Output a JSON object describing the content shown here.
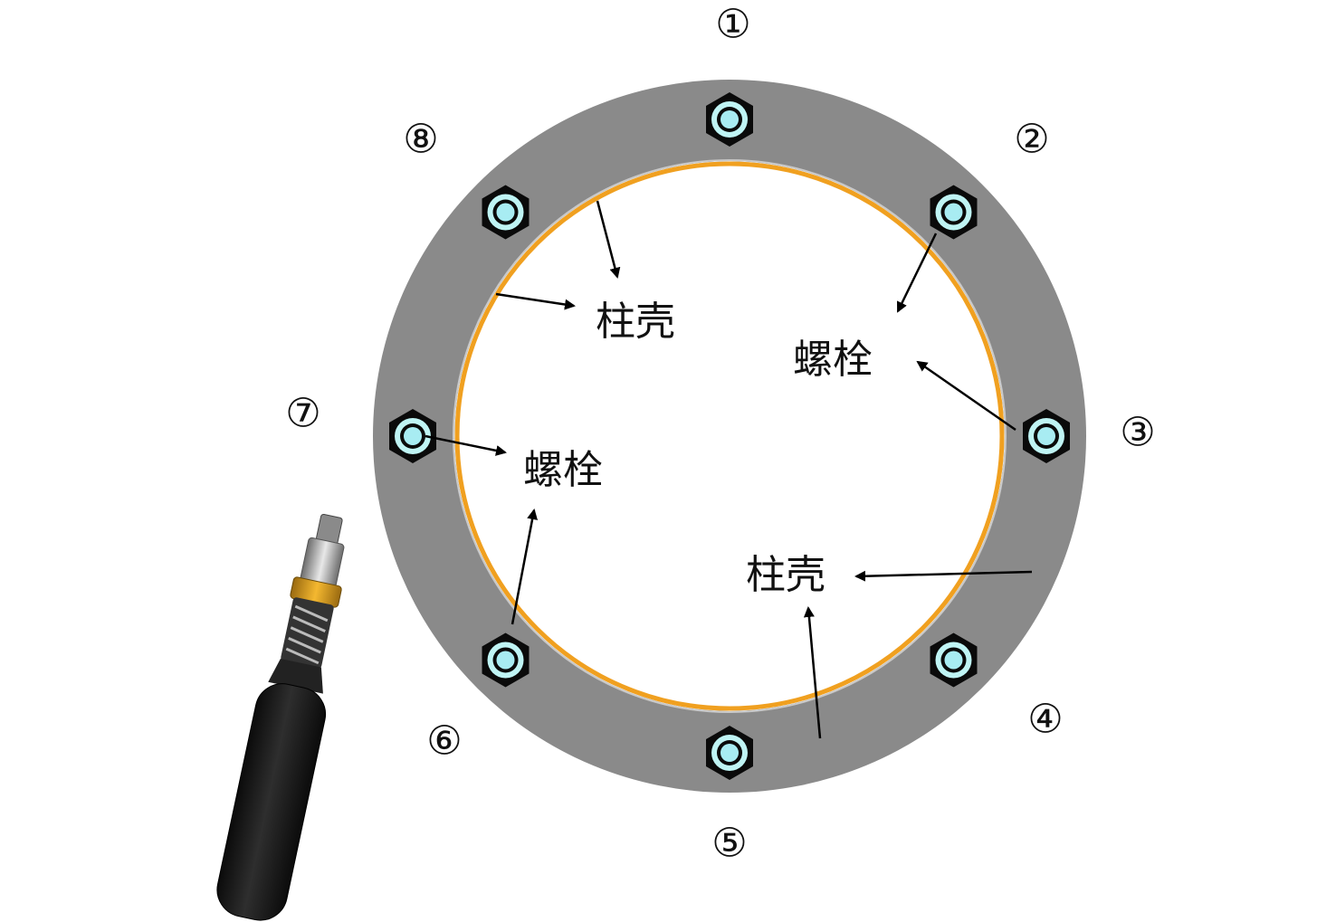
{
  "bolt_numbers": [
    "①",
    "②",
    "③",
    "④",
    "⑤",
    "⑥",
    "⑦",
    "⑧"
  ],
  "labels": {
    "shell_upper": "柱壳",
    "bolt_upper_right": "螺栓",
    "bolt_left": "螺栓",
    "shell_lower": "柱壳"
  },
  "colors": {
    "flange": "#8a8a8a",
    "gasket": "#f0a020",
    "bolt_hex": "#0a0a0a",
    "bolt_ring": "#bff4f4",
    "bolt_center": "#a8ecf2",
    "tool_handle": "#1a1a1a",
    "tool_collar": "#e0a020",
    "tool_shaft": "#b8b8b8"
  },
  "icons": {
    "tool": "torque-screwdriver-icon",
    "bolt": "hex-bolt-icon"
  }
}
